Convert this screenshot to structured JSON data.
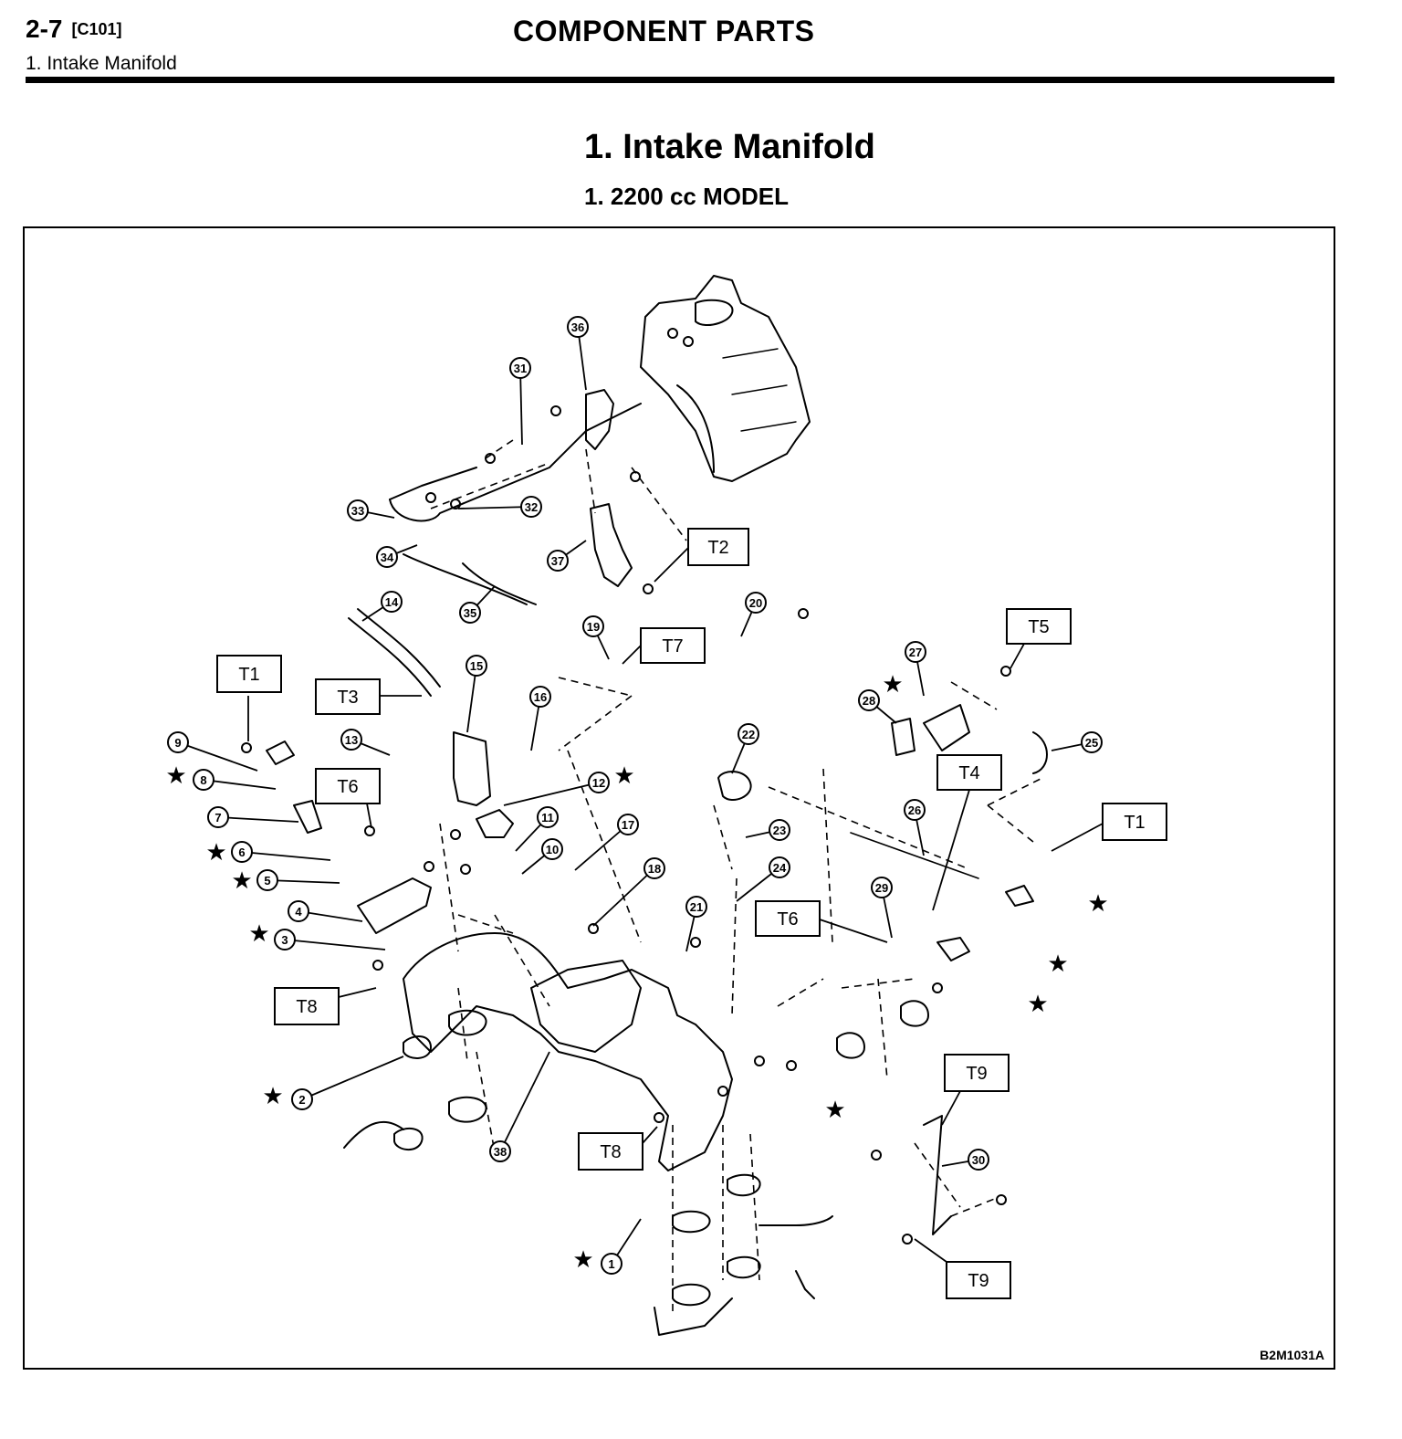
{
  "header": {
    "page_number": "2-7",
    "code": "[C101]",
    "subtitle": "1. Intake Manifold",
    "title": "COMPONENT PARTS"
  },
  "section": {
    "title": "1.  Intake Manifold",
    "subtitle": "1.  2200 cc MODEL"
  },
  "figure": {
    "code": "B2M1031A",
    "torque_labels": [
      "T1",
      "T2",
      "T3",
      "T4",
      "T5",
      "T6",
      "T7",
      "T8",
      "T9"
    ],
    "part_numbers": [
      "1",
      "2",
      "3",
      "4",
      "5",
      "6",
      "7",
      "8",
      "9",
      "10",
      "11",
      "12",
      "13",
      "14",
      "15",
      "16",
      "17",
      "18",
      "19",
      "20",
      "21",
      "22",
      "23",
      "24",
      "25",
      "26",
      "27",
      "28",
      "29",
      "30",
      "31",
      "32",
      "33",
      "34",
      "35",
      "36",
      "37",
      "38"
    ]
  }
}
